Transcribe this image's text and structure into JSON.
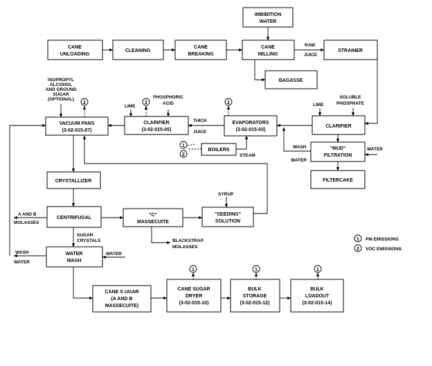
{
  "boxes": {
    "imbibition_water": [
      "IMBIBITION",
      "WATER"
    ],
    "cane_unloading": [
      "CANE",
      "UNLOADING"
    ],
    "cleaning": [
      "CLEANING"
    ],
    "cane_breaking": [
      "CANE",
      "BREAKING"
    ],
    "cane_milling": [
      "CANE",
      "MILLING"
    ],
    "strainer": [
      "STRAINER"
    ],
    "bagasse": [
      "BAGASSE"
    ],
    "vacuum_pans": [
      "VACUUM PANS",
      "(3-02-015-07)"
    ],
    "clarifier_1": [
      "CLARIFIER",
      "(3-02-015-05)"
    ],
    "evaporators": [
      "EVAPORATORS",
      "(3-02-015-03)"
    ],
    "clarifier_2": [
      "CLARIFIER"
    ],
    "boilers": [
      "BOILERS"
    ],
    "mud_filtration": [
      "\"MUD\"",
      "FILTRATION"
    ],
    "filtercake": [
      "FILTERCAKE"
    ],
    "crystallizer": [
      "CRYSTALLIZER"
    ],
    "centrifugal": [
      "CENTRIFUGAL"
    ],
    "c_massecuite": [
      "\"C\"",
      "MASSECUITE"
    ],
    "seeding_solution": [
      "\"SEEDING\"",
      "SOLUTION"
    ],
    "water_wash": [
      "WATER",
      "WASH"
    ],
    "cane_sugar": [
      "CANE S UGAR",
      "(A AND B",
      "MASSECUITE)"
    ],
    "cane_sugar_dryer": [
      "CANE SUGAR",
      "DRYER",
      "(3-02-015-10)"
    ],
    "bulk_storage": [
      "BULK",
      "STORAGE",
      "(3-02-015-12)"
    ],
    "bulk_loadout": [
      "BULK",
      "LOADOUT",
      "(3-02-015-14)"
    ]
  },
  "labels": {
    "raw": "RAW",
    "juice_top": "JUICE",
    "isopropyl": [
      "ISOPROPYL",
      "ALCOHOL",
      "AND GROUND",
      "SUGAR",
      "(OPTIONAL)"
    ],
    "lime_1": "LIME",
    "phosphoric_acid": [
      "PHOSPHORIC",
      "ACID"
    ],
    "thick": "THICK",
    "juice_mid": "JUICE",
    "lime_2": "LIME",
    "soluble_phosphate": [
      "SOLUBLE",
      "PHOSPHATE"
    ],
    "wash": "WASH",
    "water_mud_in": "WATER",
    "water_mud_out": "WATER",
    "steam": "STEAM",
    "a_and_b_molasses": [
      "A AND B",
      "MOLASSES"
    ],
    "syrup": "SYRUP",
    "blackstrap_molasses": [
      "BLACKSTRAP",
      "MOLASSES"
    ],
    "sugar_crystals": [
      "SUGAR",
      "CRYSTALS"
    ],
    "wash_water": [
      "WASH",
      "WATER"
    ],
    "water_wash_in": "WATER"
  },
  "markers": {
    "pm": "1",
    "voc": "2"
  },
  "legend": {
    "pm": "PM EMISSIONS",
    "voc": "VOC EMISSIONS"
  }
}
